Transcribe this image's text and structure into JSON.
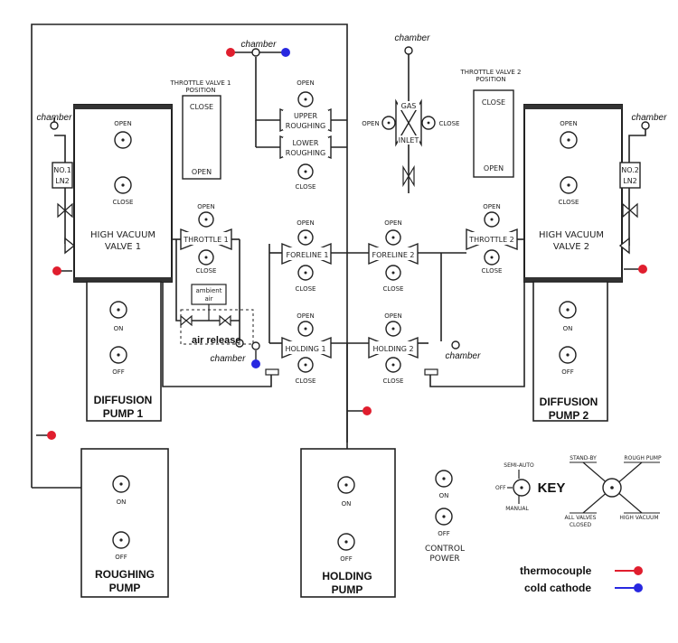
{
  "chambers": [
    "chamber",
    "chamber",
    "chamber",
    "chamber",
    "chamber",
    "chamber"
  ],
  "hv1": {
    "line1": "HIGH VACUUM",
    "line2": "VALVE 1",
    "open": "OPEN",
    "close": "CLOSE",
    "ln_line1": "NO.1",
    "ln_line2": "LN2"
  },
  "hv2": {
    "line1": "HIGH VACUUM",
    "line2": "VALVE 2",
    "open": "OPEN",
    "close": "CLOSE",
    "ln_line1": "NO.2",
    "ln_line2": "LN2"
  },
  "tv1pos": {
    "title1": "THROTTLE VALVE 1",
    "title2": "POSITION",
    "close": "CLOSE",
    "open": "OPEN"
  },
  "tv2pos": {
    "title1": "THROTTLE VALVE 2",
    "title2": "POSITION",
    "close": "CLOSE",
    "open": "OPEN"
  },
  "throttle1": {
    "label": "THROTTLE 1",
    "open": "OPEN",
    "close": "CLOSE"
  },
  "throttle2": {
    "label": "THROTTLE 2",
    "open": "OPEN",
    "close": "CLOSE"
  },
  "air": {
    "ambient1": "ambient",
    "ambient2": "air",
    "release": "air release"
  },
  "rough": {
    "open": "OPEN",
    "upper1": "UPPER",
    "upper2": "ROUGHING",
    "lower1": "LOWER",
    "lower2": "ROUGHING",
    "close": "CLOSE"
  },
  "gas": {
    "line1": "GAS",
    "line2": "INLET",
    "open": "OPEN",
    "close": "CLOSE"
  },
  "foreline1": {
    "label": "FORELINE 1",
    "open": "OPEN",
    "close": "CLOSE"
  },
  "foreline2": {
    "label": "FORELINE 2",
    "open": "OPEN",
    "close": "CLOSE"
  },
  "holding1": {
    "label": "HOLDING 1",
    "open": "OPEN",
    "close": "CLOSE"
  },
  "holding2": {
    "label": "HOLDING 2",
    "open": "OPEN",
    "close": "CLOSE"
  },
  "dp1": {
    "line1": "DIFFUSION",
    "line2": "PUMP 1",
    "on": "ON",
    "off": "OFF"
  },
  "dp2": {
    "line1": "DIFFUSION",
    "line2": "PUMP 2",
    "on": "ON",
    "off": "OFF"
  },
  "rp": {
    "line1": "ROUGHING",
    "line2": "PUMP",
    "on": "ON",
    "off": "OFF"
  },
  "hp": {
    "line1": "HOLDING",
    "line2": "PUMP",
    "on": "ON",
    "off": "OFF"
  },
  "cp": {
    "line1": "CONTROL",
    "line2": "POWER",
    "on": "ON",
    "off": "OFF"
  },
  "key": {
    "title": "KEY",
    "semi_auto": "SEMI-AUTO",
    "off": "OFF",
    "manual": "MANUAL",
    "standby": "STAND-BY",
    "rough_pump": "ROUGH PUMP",
    "all_valves1": "ALL VALVES",
    "all_valves2": "CLOSED",
    "high_vacuum": "HIGH VACUUM"
  },
  "legend": {
    "thermocouple": "thermocouple",
    "cold_cathode": "cold cathode"
  },
  "colors": {
    "thermocouple": "#e01e2e",
    "cold_cathode": "#2828e0"
  }
}
